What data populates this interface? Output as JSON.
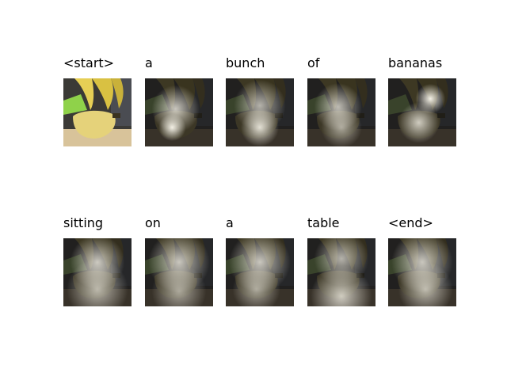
{
  "caption_words": [
    "<start>",
    "a",
    "bunch",
    "of",
    "bananas",
    "sitting",
    "on",
    "a",
    "table",
    "<end>"
  ],
  "attention": [
    {
      "blobs": []
    },
    {
      "blobs": [
        [
          0.45,
          0.45,
          0.35,
          0.8
        ],
        [
          0.4,
          0.72,
          0.2,
          1.0
        ]
      ]
    },
    {
      "blobs": [
        [
          0.5,
          0.4,
          0.38,
          0.7
        ],
        [
          0.5,
          0.72,
          0.28,
          0.9
        ]
      ]
    },
    {
      "blobs": [
        [
          0.45,
          0.42,
          0.35,
          0.75
        ],
        [
          0.5,
          0.72,
          0.3,
          0.6
        ]
      ]
    },
    {
      "blobs": [
        [
          0.62,
          0.3,
          0.22,
          1.0
        ],
        [
          0.45,
          0.65,
          0.3,
          0.8
        ]
      ]
    },
    {
      "blobs": [
        [
          0.5,
          0.35,
          0.4,
          0.8
        ],
        [
          0.5,
          0.75,
          0.45,
          0.7
        ]
      ]
    },
    {
      "blobs": [
        [
          0.5,
          0.35,
          0.45,
          0.8
        ],
        [
          0.5,
          0.78,
          0.4,
          0.6
        ]
      ]
    },
    {
      "blobs": [
        [
          0.5,
          0.35,
          0.45,
          0.8
        ],
        [
          0.45,
          0.75,
          0.35,
          0.6
        ]
      ]
    },
    {
      "blobs": [
        [
          0.5,
          0.3,
          0.4,
          0.7
        ],
        [
          0.5,
          0.85,
          0.45,
          0.8
        ]
      ]
    },
    {
      "blobs": [
        [
          0.5,
          0.35,
          0.45,
          0.8
        ],
        [
          0.55,
          0.75,
          0.4,
          0.7
        ]
      ]
    }
  ]
}
